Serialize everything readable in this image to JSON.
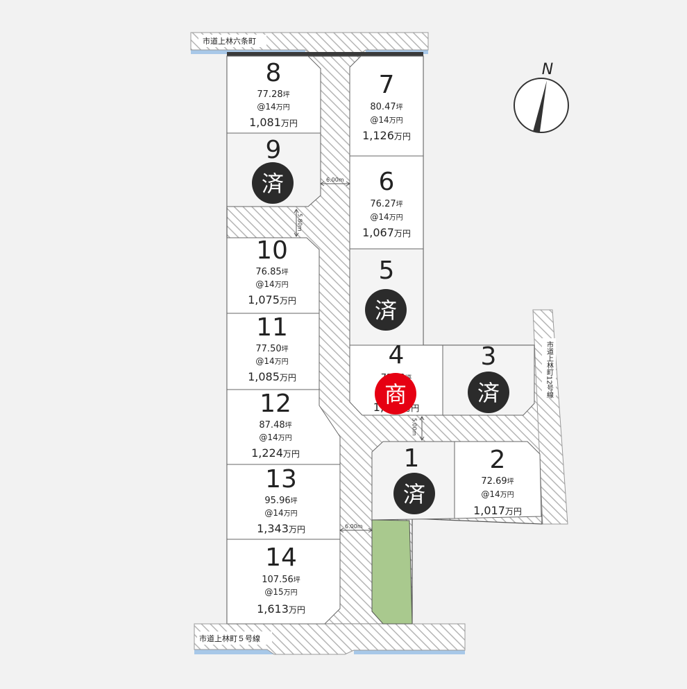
{
  "roads": {
    "north": "市道上林六条町",
    "south": "市道上林町５号線",
    "east": "市道上林町12号線"
  },
  "compass": {
    "letter": "N"
  },
  "dimensions": {
    "upper_road": "6.00m",
    "lower_road": "6.00m",
    "gap_9_10": "5.80m",
    "gap_4_1": "5.00m"
  },
  "lots": [
    {
      "id": "lot-1",
      "number": "1",
      "sold": true,
      "status": "済"
    },
    {
      "id": "lot-2",
      "number": "2",
      "area": "72.69",
      "tsubo": "坪",
      "unit": "@14",
      "unit_suffix": "万円",
      "price": "1,017",
      "price_suffix": "万円"
    },
    {
      "id": "lot-3",
      "number": "3",
      "sold": true,
      "status": "済"
    },
    {
      "id": "lot-4",
      "number": "4",
      "area": "72.??",
      "tsubo": "坪",
      "price": "1,0??",
      "price_suffix": "万円",
      "negotiating": true,
      "status": "商"
    },
    {
      "id": "lot-5",
      "number": "5",
      "sold": true,
      "status": "済"
    },
    {
      "id": "lot-6",
      "number": "6",
      "area": "76.27",
      "tsubo": "坪",
      "unit": "@14",
      "unit_suffix": "万円",
      "price": "1,067",
      "price_suffix": "万円"
    },
    {
      "id": "lot-7",
      "number": "7",
      "area": "80.47",
      "tsubo": "坪",
      "unit": "@14",
      "unit_suffix": "万円",
      "price": "1,126",
      "price_suffix": "万円"
    },
    {
      "id": "lot-8",
      "number": "8",
      "area": "77.28",
      "tsubo": "坪",
      "unit": "@14",
      "unit_suffix": "万円",
      "price": "1,081",
      "price_suffix": "万円"
    },
    {
      "id": "lot-9",
      "number": "9",
      "sold": true,
      "status": "済"
    },
    {
      "id": "lot-10",
      "number": "10",
      "area": "76.85",
      "tsubo": "坪",
      "unit": "@14",
      "unit_suffix": "万円",
      "price": "1,075",
      "price_suffix": "万円"
    },
    {
      "id": "lot-11",
      "number": "11",
      "area": "77.50",
      "tsubo": "坪",
      "unit": "@14",
      "unit_suffix": "万円",
      "price": "1,085",
      "price_suffix": "万円"
    },
    {
      "id": "lot-12",
      "number": "12",
      "area": "87.48",
      "tsubo": "坪",
      "unit": "@14",
      "unit_suffix": "万円",
      "price": "1,224",
      "price_suffix": "万円"
    },
    {
      "id": "lot-13",
      "number": "13",
      "area": "95.96",
      "tsubo": "坪",
      "unit": "@14",
      "unit_suffix": "万円",
      "price": "1,343",
      "price_suffix": "万円"
    },
    {
      "id": "lot-14",
      "number": "14",
      "area": "107.56",
      "tsubo": "坪",
      "unit": "@15",
      "unit_suffix": "万円",
      "price": "1,613",
      "price_suffix": "万円"
    }
  ],
  "colors": {
    "background": "#f2f2f2",
    "lot_fill": "#ffffff",
    "sold_fill": "#f4f4f4",
    "sold_badge": "#2b2b2b",
    "nego_badge": "#e60012",
    "park": "#a9c98e",
    "water": "#a8c8e8",
    "hatch": "#b5b5b5"
  }
}
